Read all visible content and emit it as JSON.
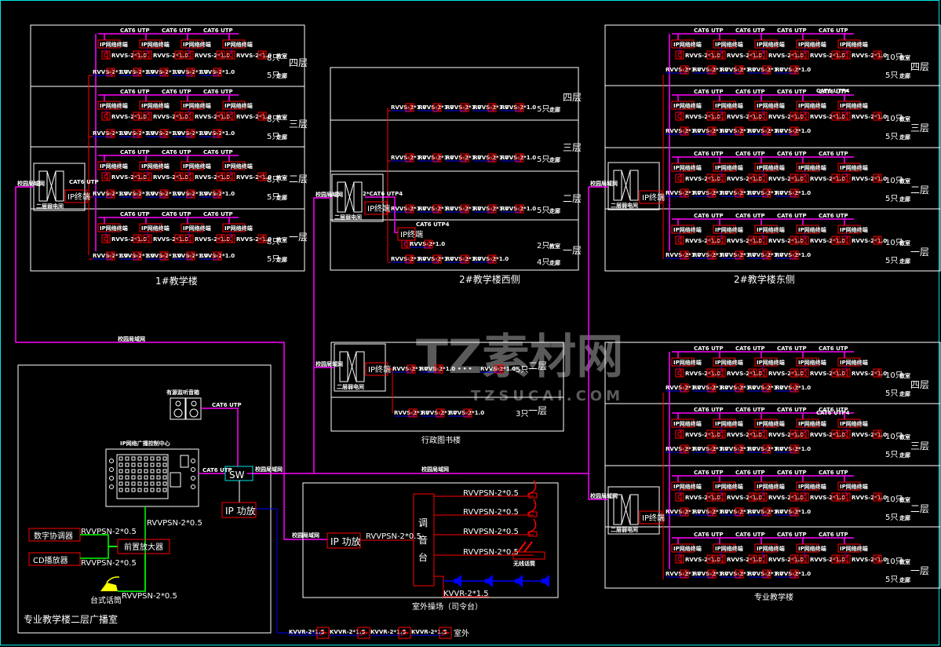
{
  "colors": {
    "background": "#000000",
    "border": "#00e5e5",
    "network_line": "#ff00ff",
    "device": "#ff0000",
    "cable_blue": "#0000ff",
    "audio_green": "#00ff00",
    "switch": "#00e5e5",
    "mic_yellow": "#ffff00",
    "text": "#ffffff"
  },
  "common": {
    "cable_speaker": "RVVS-2*1.0",
    "cable_audio": "RVVPSN-2*0.5",
    "cable_outdoor": "KVVR-2*1.5",
    "cat6": "CAT6 UTP",
    "cat6_4": "CAT6 UTP4",
    "cat6_2x4": "2*CAT6 UTP4",
    "campus_lan": "校园局域网",
    "ip_terminal": "IP终端",
    "ip_amp": "IP功放",
    "ip_terminal_label": "IP网络终端",
    "classroom": "教室",
    "corridor": "走廊",
    "switch_room": "二层弱电间"
  },
  "buildings": {
    "b1": {
      "title": "1#教学楼",
      "floors": [
        {
          "name": "四层",
          "classroom_count": "8只",
          "corridor_count": "5只"
        },
        {
          "name": "三层",
          "classroom_count": "8只",
          "corridor_count": "5只"
        },
        {
          "name": "二层",
          "classroom_count": "8只",
          "corridor_count": "5只"
        },
        {
          "name": "一层",
          "classroom_count": "8只",
          "corridor_count": "5只"
        }
      ]
    },
    "b2w": {
      "title": "2#教学楼西侧",
      "floors": [
        {
          "name": "四层",
          "corridor_count": "5只"
        },
        {
          "name": "三层",
          "corridor_count": "5只"
        },
        {
          "name": "二层",
          "corridor_count": "5只"
        },
        {
          "name": "一层",
          "classroom_count": "2只",
          "corridor_count": "4只"
        }
      ]
    },
    "b2e": {
      "title": "2#教学楼东侧",
      "floors": [
        {
          "name": "四层",
          "classroom_count": "10只",
          "corridor_count": "5只"
        },
        {
          "name": "三层",
          "classroom_count": "10只",
          "corridor_count": "5只"
        },
        {
          "name": "二层",
          "classroom_count": "10只",
          "corridor_count": "5只"
        },
        {
          "name": "一层",
          "classroom_count": "10只",
          "corridor_count": "5只"
        }
      ]
    },
    "admin": {
      "title": "行政图书楼",
      "floors": [
        {
          "name": "二层",
          "count": "5只"
        },
        {
          "name": "一层",
          "count": "3只"
        }
      ]
    },
    "pro": {
      "title": "专业教学楼",
      "floors": [
        {
          "name": "四层",
          "classroom_count": "10只",
          "corridor_count": "5只"
        },
        {
          "name": "三层",
          "classroom_count": "10只",
          "corridor_count": "5只"
        },
        {
          "name": "二层",
          "classroom_count": "10只",
          "corridor_count": "5只"
        },
        {
          "name": "一层",
          "classroom_count": "10只",
          "corridor_count": "5只"
        }
      ]
    }
  },
  "broadcast_room": {
    "title": "专业教学楼二层广播室",
    "monitor_speaker": "有源监听音箱",
    "control_center": "IP网络广播控制中心",
    "switch": "SW",
    "ip_amp": "IP 功放",
    "digital_tuner": "数字协调器",
    "cd_player": "CD播放器",
    "preamp": "前置放大器",
    "desk_mic": "台式话筒"
  },
  "outdoor": {
    "title": "室外操场（司令台）",
    "ip_amp": "IP 功放",
    "mixer": "调音台",
    "wireless_mic": "无线话筒",
    "outdoor_label": "室外"
  },
  "watermark": {
    "main": "TZ素材网",
    "sub": "TZSUCAI.COM"
  }
}
